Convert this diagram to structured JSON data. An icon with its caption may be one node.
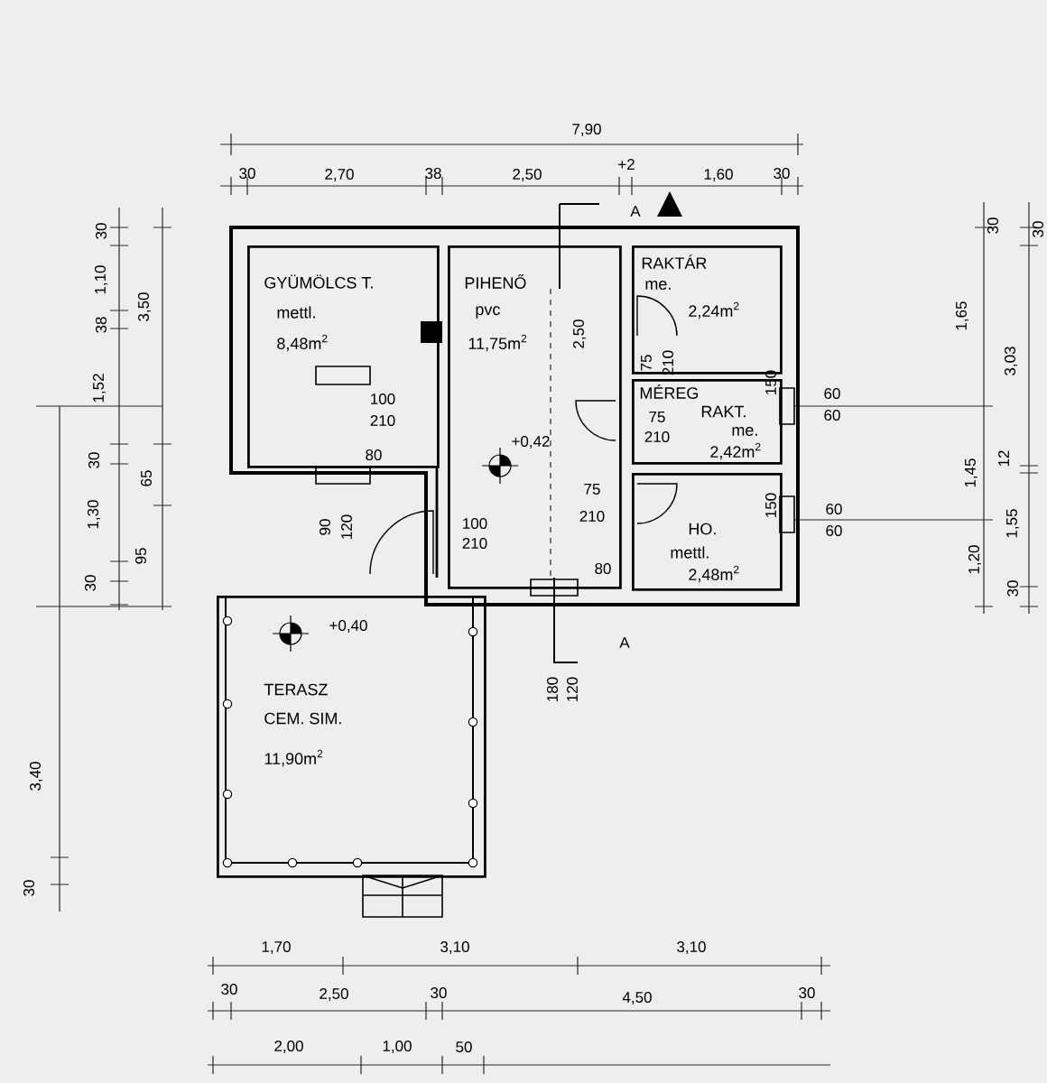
{
  "diagram": {
    "nodes": [
      {
        "text": [
          "GYÜMÖLCS T.",
          "mettl.",
          "8,48m$^{2}$"
        ]
      },
      {
        "text": [
          "PIHENŐ",
          "pvc",
          "11,75m$^{2}$"
        ]
      },
      {
        "text": [
          "RAKTÁR",
          "me.",
          "2,24m$^{2}$"
        ]
      },
      {
        "text": [
          "MÉREG",
          "RAKT.",
          "me.",
          "2,42m$^{2}$"
        ]
      },
      {
        "text": [
          "HO.",
          "mettl.",
          "2,48m$^{2}$"
        ]
      },
      {
        "text": [
          "TERASZ",
          "CEM. SIM.",
          "11,90m$^{2}$"
        ]
      }
    ],
    "labels": [
      "7,90",
      "30",
      "2,70",
      "38",
      "2,50",
      "+2",
      "1,60",
      "30",
      "A",
      "30",
      "1,10",
      "38",
      "1,52",
      "3,50",
      "30",
      "65",
      "1,30",
      "95",
      "30",
      "3,40",
      "30",
      "2,50",
      "75",
      "210",
      "100",
      "210",
      "75",
      "210",
      "150",
      "+0,42",
      "80",
      "90",
      "120",
      "100",
      "210",
      "75",
      "210",
      "150",
      "80",
      "+0,40",
      "A",
      "180",
      "120",
      "30",
      "30",
      "1,65",
      "3,03",
      "60",
      "60",
      "1,45",
      "12",
      "1,55",
      "60",
      "60",
      "1,20",
      "30",
      "1,70",
      "3,10",
      "3,10",
      "30",
      "2,50",
      "30",
      "4,50",
      "30",
      "2,00",
      "1,00",
      "50"
    ]
  }
}
